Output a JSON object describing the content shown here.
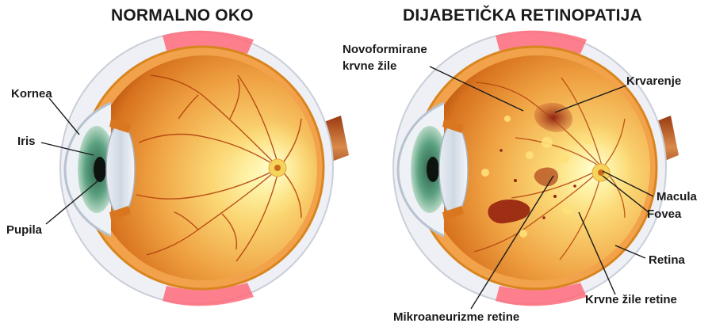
{
  "titles": {
    "normal": "NORMALNO OKO",
    "diabetic": "DIJABETIČKA RETINOPATIJA"
  },
  "labels": {
    "kornea": "Kornea",
    "iris": "Iris",
    "pupila": "Pupila",
    "novoformirane_line1": "Novoformirane",
    "novoformirane_line2": "krvne žile",
    "krvarenje": "Krvarenje",
    "macula": "Macula",
    "fovea": "Fovea",
    "retina": "Retina",
    "krvne_zile_retine": "Krvne žile retine",
    "mikroaneurizme": "Mikroaneurizme retine"
  },
  "colors": {
    "retina_light": "#fff2a8",
    "retina_mid": "#f2a647",
    "retina_dark": "#c1550e",
    "sclera": "#f1f1f4",
    "iris": "#4f8f72",
    "hemorrhage": "#9a2a12"
  }
}
